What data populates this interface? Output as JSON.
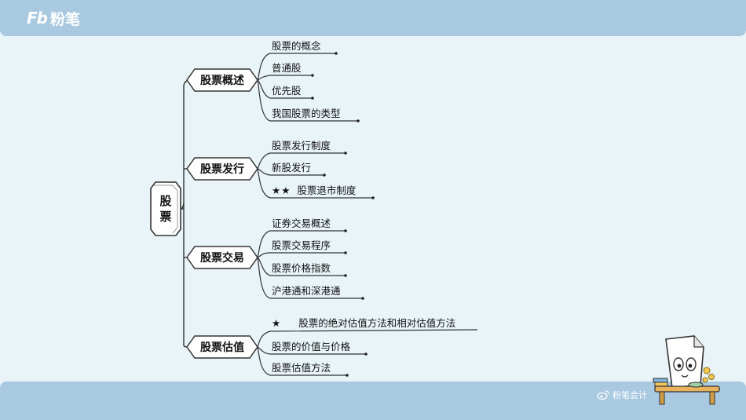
{
  "header": {
    "logo_mark": "Fb",
    "logo_text": "粉笔"
  },
  "footer": {
    "watermark": "粉笔会计"
  },
  "mindmap": {
    "root": {
      "line1": "股",
      "line2": "票"
    },
    "branches": [
      {
        "label": "股票概述",
        "items": [
          {
            "text": "股票的概念",
            "stars": ""
          },
          {
            "text": "普通股",
            "stars": ""
          },
          {
            "text": "优先股",
            "stars": ""
          },
          {
            "text": "我国股票的类型",
            "stars": ""
          }
        ]
      },
      {
        "label": "股票发行",
        "items": [
          {
            "text": "股票发行制度",
            "stars": ""
          },
          {
            "text": "新股发行",
            "stars": ""
          },
          {
            "text": "股票退市制度",
            "stars": "★★"
          }
        ]
      },
      {
        "label": "股票交易",
        "items": [
          {
            "text": "证券交易概述",
            "stars": ""
          },
          {
            "text": "股票交易程序",
            "stars": ""
          },
          {
            "text": "股票价格指数",
            "stars": ""
          },
          {
            "text": "沪港通和深港通",
            "stars": ""
          }
        ]
      },
      {
        "label": "股票估值",
        "items": [
          {
            "text": "股票的绝对估值方法和相对估值方法",
            "stars": "★"
          },
          {
            "text": "股票的价值与价格",
            "stars": ""
          },
          {
            "text": "股票估值方法",
            "stars": ""
          }
        ]
      }
    ]
  },
  "colors": {
    "bar": "#a9c9e1",
    "background": "#e9f4f9",
    "node_fill": "#ffffff",
    "line": "#333333"
  }
}
